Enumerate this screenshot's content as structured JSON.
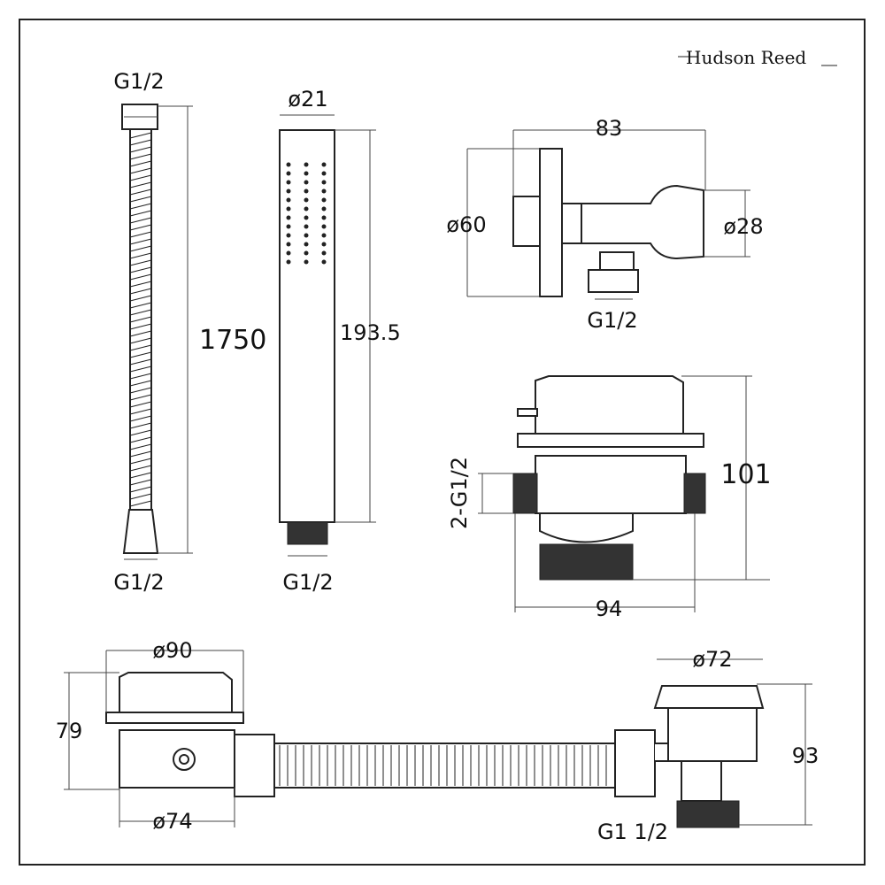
{
  "brand": {
    "logo_text": "Hudson Reed"
  },
  "hose": {
    "top_thread": "G1/2",
    "length": "1750",
    "bottom_thread": "G1/2"
  },
  "handset": {
    "diameter": "ø21",
    "length": "193.5",
    "thread": "G1/2"
  },
  "outlet_elbow": {
    "width": "83",
    "plate_diameter": "ø60",
    "holder_diameter": "ø28",
    "thread": "G1/2"
  },
  "bath_filler": {
    "height": "101",
    "inlets": "2-G1/2",
    "width": "94"
  },
  "bath_waste": {
    "overflow_diameter": "ø90",
    "overflow_height": "79",
    "overflow_body_diameter": "ø74",
    "waste_diameter": "ø72",
    "waste_height": "93",
    "waste_thread": "G1 1/2"
  }
}
